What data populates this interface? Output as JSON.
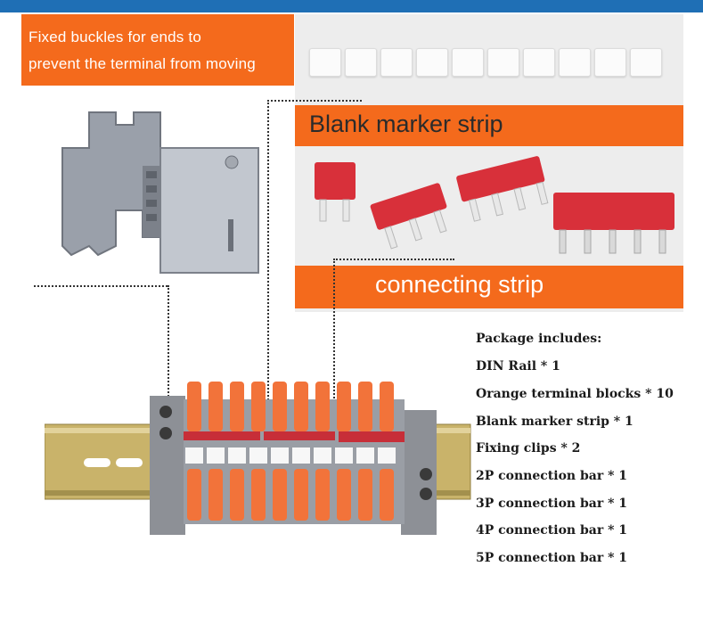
{
  "callout_top_left": {
    "line1": "Fixed buckles for ends to",
    "line2": "prevent the terminal from moving"
  },
  "labels": {
    "blank_marker_strip": "Blank marker strip",
    "connecting_strip": "connecting strip"
  },
  "package": {
    "heading": "Package includes:",
    "items": [
      "DIN Rail * 1",
      "Orange terminal blocks * 10",
      "Blank marker strip * 1",
      "Fixing clips * 2",
      "2P connection bar * 1",
      "3P connection bar * 1",
      "4P connection bar * 1",
      "5P connection bar * 1"
    ]
  },
  "colors": {
    "banner_orange": "#f46a1c",
    "top_bar_blue": "#1f6fb5",
    "connection_bar_red": "#d8303a",
    "terminal_orange": "#f2733a",
    "terminal_grey": "#8d9096",
    "rail_metal": "#c9b36a"
  }
}
